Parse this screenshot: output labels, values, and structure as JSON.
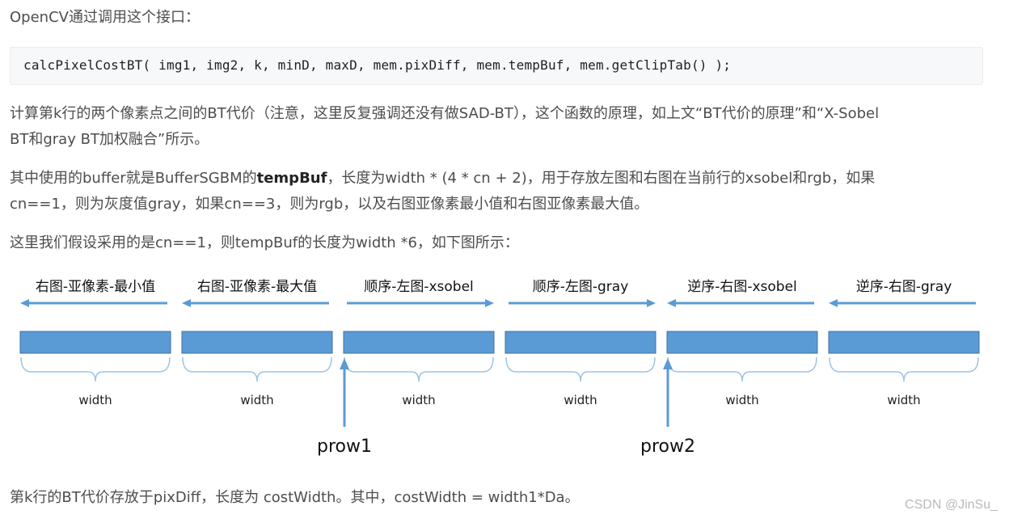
{
  "intro": "OpenCV通过调用这个接口：",
  "code": "calcPixelCostBT( img1, img2, k, minD, maxD, mem.pixDiff, mem.tempBuf, mem.getClipTab() );",
  "para1_line1": "计算第k行的两个像素点之间的BT代价（注意，这里反复强调还没有做SAD-BT），这个函数的原理，如上文“BT代价的原理”和“X-Sobel",
  "para1_line2": "BT和gray BT加权融合”所示。",
  "para2_prefix": "其中使用的buffer就是BufferSGBM的",
  "para2_bold": "tempBuf",
  "para2_suffix": "，长度为width * (4 * cn + 2)，用于存放左图和右图在当前行的xsobel和rgb，如果",
  "para2_line2": "cn==1，则为灰度值gray，如果cn==3，则为rgb，以及右图亚像素最小值和右图亚像素最大值。",
  "para3": "这里我们假设采用的是cn==1，则tempBuf的长度为width *6，如下图所示：",
  "diagram": {
    "segments": [
      {
        "label": "右图-亚像素-最小值",
        "direction": "left",
        "width_label": "width"
      },
      {
        "label": "右图-亚像素-最大值",
        "direction": "left",
        "width_label": "width"
      },
      {
        "label": "顺序-左图-xsobel",
        "direction": "right",
        "width_label": "width"
      },
      {
        "label": "顺序-左图-gray",
        "direction": "right",
        "width_label": "width"
      },
      {
        "label": "逆序-右图-xsobel",
        "direction": "left",
        "width_label": "width"
      },
      {
        "label": "逆序-右图-gray",
        "direction": "left",
        "width_label": "width"
      }
    ],
    "pointers": [
      {
        "label": "prow1",
        "segment_index": 2
      },
      {
        "label": "prow2",
        "segment_index": 4
      }
    ],
    "colors": {
      "block": "#5b9bd5",
      "block_border": "#41719c",
      "arrow": "#5b9bd5",
      "brace": "#9dc3e6"
    }
  },
  "para4": "第k行的BT代价存放于pixDiff，长度为 costWidth。其中，costWidth = width1*Da。",
  "watermark": "CSDN @JinSu_"
}
